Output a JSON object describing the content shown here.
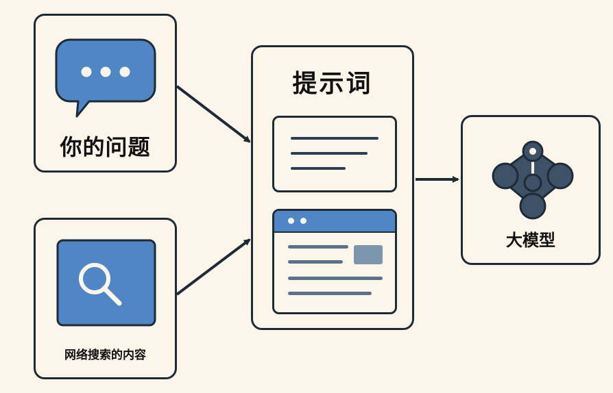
{
  "colors": {
    "background": "#fcf6ea",
    "outline": "#1f2a37",
    "accent_blue": "#4f86c6",
    "model_node": "#3d5266"
  },
  "nodes": {
    "question": {
      "label": "你的问题",
      "icon": "chat-bubble-icon"
    },
    "search": {
      "label": "网络搜索的内容",
      "icon": "magnifier-icon"
    },
    "prompt": {
      "title": "提示词",
      "icons": [
        "text-lines-icon",
        "browser-window-icon"
      ]
    },
    "model": {
      "label": "大模型",
      "icon": "network-node-icon"
    }
  },
  "edges": [
    {
      "from": "question",
      "to": "prompt"
    },
    {
      "from": "search",
      "to": "prompt"
    },
    {
      "from": "prompt",
      "to": "model"
    }
  ]
}
